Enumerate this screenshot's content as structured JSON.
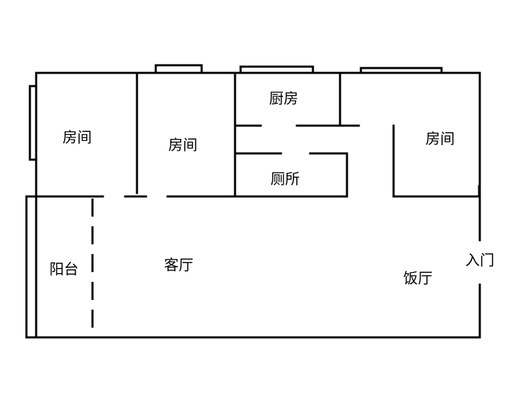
{
  "labels": {
    "room_1": "房间",
    "room_2": "房间",
    "room_3": "房间",
    "kitchen": "厨房",
    "toilet": "厕所",
    "balcony": "阳台",
    "living_room": "客厅",
    "dining_room": "饭厅",
    "entrance": "入门"
  }
}
